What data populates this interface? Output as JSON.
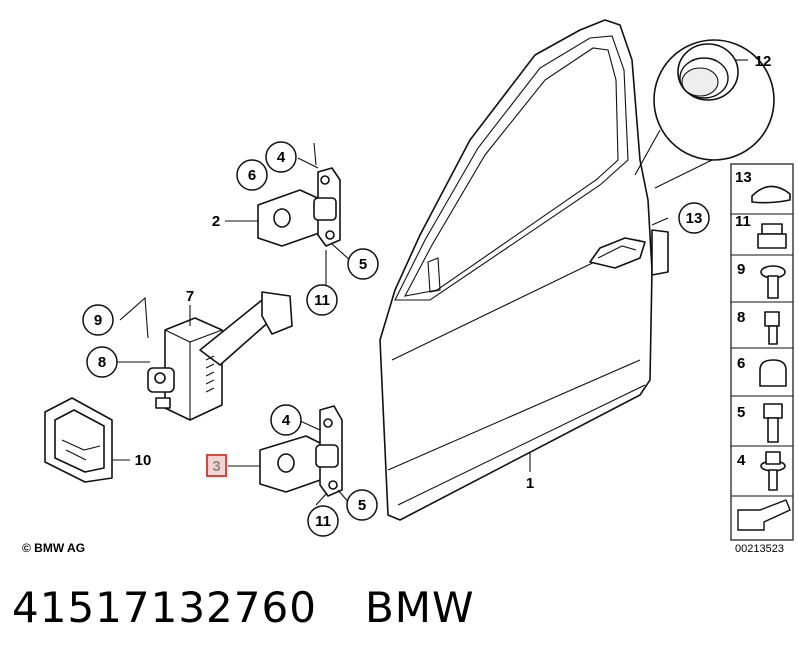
{
  "diagram": {
    "callouts": {
      "c1": "1",
      "c2": "2",
      "c3": "3",
      "c4a": "4",
      "c4b": "4",
      "c5a": "5",
      "c5b": "5",
      "c6": "6",
      "c7": "7",
      "c8": "8",
      "c9": "9",
      "c10": "10",
      "c11a": "11",
      "c11b": "11",
      "c12": "12",
      "c13": "13"
    },
    "legend": [
      "13",
      "11",
      "9",
      "8",
      "6",
      "5",
      "4"
    ],
    "highlight_color": "#d9453f",
    "copyright": "© BMW AG",
    "diagram_id": "00213523"
  },
  "caption": {
    "part_number": "41517132760",
    "brand": "BMW"
  }
}
